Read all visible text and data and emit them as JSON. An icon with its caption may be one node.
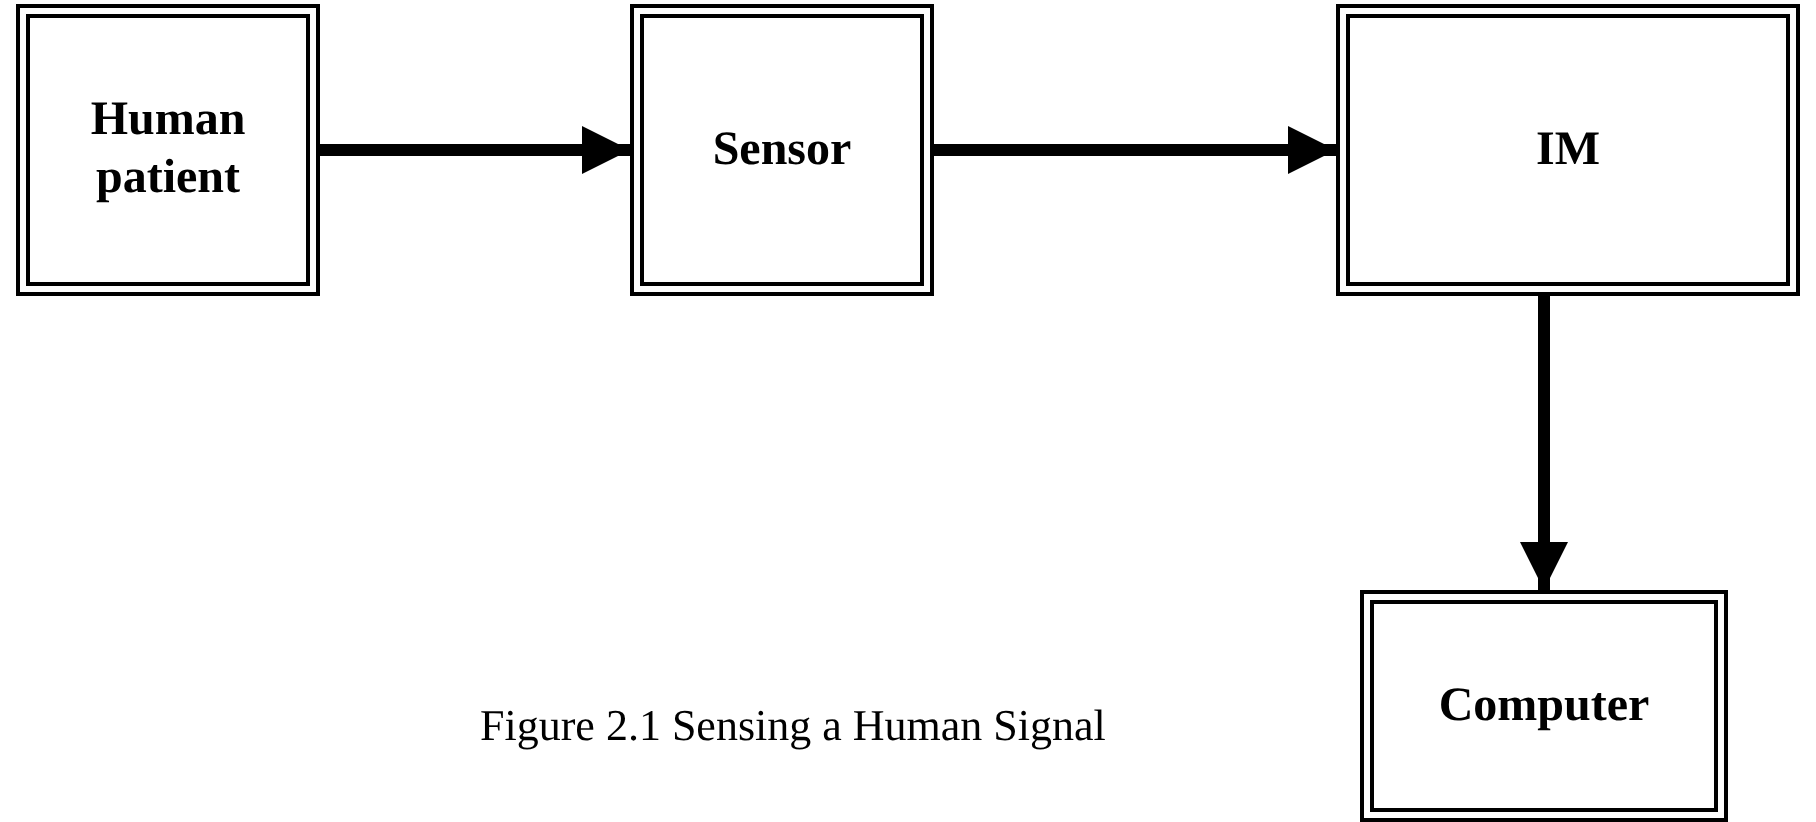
{
  "diagram": {
    "caption": "Figure 2.1 Sensing a Human Signal",
    "nodes": [
      {
        "text": [
          "Human patient"
        ]
      },
      {
        "text": [
          "Sensor"
        ]
      },
      {
        "text": [
          "IM"
        ]
      },
      {
        "text": [
          "Computer"
        ]
      }
    ],
    "edges": [
      {
        "from": 0,
        "to": 1,
        "arrow": "to"
      },
      {
        "from": 1,
        "to": 2,
        "arrow": "to"
      },
      {
        "from": 2,
        "to": 3,
        "arrow": "to"
      }
    ]
  }
}
